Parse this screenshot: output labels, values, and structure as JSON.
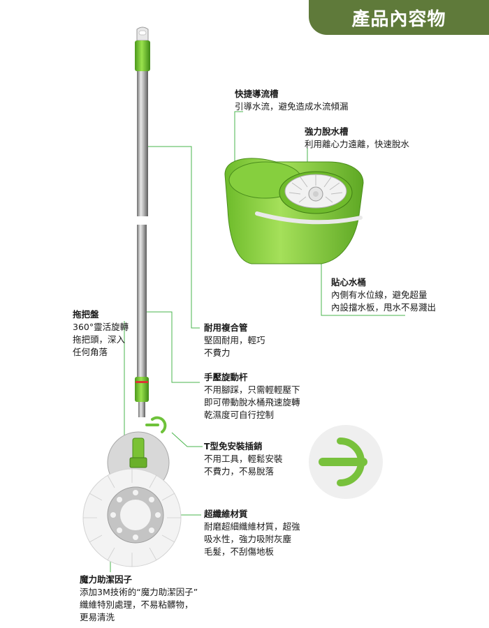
{
  "header": {
    "title": "產品內容物"
  },
  "labels": [
    {
      "id": "channel",
      "title": "快捷導流槽",
      "lines": [
        "引導水流，避免造成水流傾漏"
      ]
    },
    {
      "id": "spinner",
      "title": "強力脫水槽",
      "lines": [
        "利用離心力遠離，快速脫水"
      ]
    },
    {
      "id": "bucket",
      "title": "貼心水桶",
      "lines": [
        "內側有水位線，避免超量",
        "內設擋水板，甩水不易濺出"
      ]
    },
    {
      "id": "mophead",
      "title": "拖把盤",
      "lines": [
        "360°靈活旋轉",
        "拖把頭，深入",
        "任何角落"
      ]
    },
    {
      "id": "pole",
      "title": "耐用複合管",
      "lines": [
        "堅固耐用，輕巧",
        "不費力"
      ]
    },
    {
      "id": "handle",
      "title": "手壓旋動杆",
      "lines": [
        "不用腳踩，只需輕輕壓下",
        "即可帶動脫水桶飛速旋轉",
        "乾濕度可自行控制"
      ]
    },
    {
      "id": "tpin",
      "title": "T型免安裝插銷",
      "lines": [
        "不用工具，輕鬆安裝",
        "不費力，不易脫落"
      ]
    },
    {
      "id": "fiber",
      "title": "超纖維材質",
      "lines": [
        "耐磨超細纖維材質，超強",
        "吸水性，強力吸附灰塵",
        "毛髮，不刮傷地板"
      ]
    },
    {
      "id": "factor",
      "title": "魔力助潔因子",
      "lines": [
        "添加3M技術的“魔力助潔因子”",
        "纖維特別處理，不易粘髒物，",
        "更易清洗"
      ]
    }
  ],
  "colors": {
    "accent": "#7bc234",
    "badge": "#5f7a3a",
    "leader": "#49b54c"
  }
}
